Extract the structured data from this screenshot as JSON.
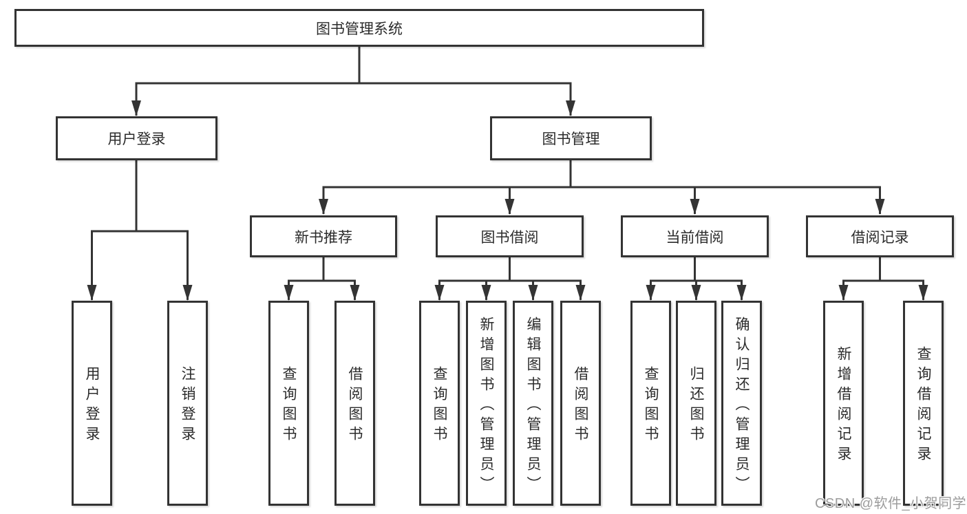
{
  "diagram": {
    "root": {
      "label": "图书管理系统",
      "children": [
        {
          "label": "用户登录",
          "children": [
            {
              "label": "用户登录"
            },
            {
              "label": "注销登录"
            }
          ]
        },
        {
          "label": "图书管理",
          "children": [
            {
              "label": "新书推荐",
              "children": [
                {
                  "label": "查询图书"
                },
                {
                  "label": "借阅图书"
                }
              ]
            },
            {
              "label": "图书借阅",
              "children": [
                {
                  "label": "查询图书"
                },
                {
                  "label": "新增图书（管理员）"
                },
                {
                  "label": "编辑图书（管理员）"
                },
                {
                  "label": "借阅图书"
                }
              ]
            },
            {
              "label": "当前借阅",
              "children": [
                {
                  "label": "查询图书"
                },
                {
                  "label": "归还图书"
                },
                {
                  "label": "确认归还（管理员）"
                }
              ]
            },
            {
              "label": "借阅记录",
              "children": [
                {
                  "label": "新增借阅记录"
                },
                {
                  "label": "查询借阅记录"
                }
              ]
            }
          ]
        }
      ]
    },
    "colors": {
      "line": "#343434",
      "box_border": "#333333",
      "box_fill": "#ffffff",
      "text": "#2b2b2b",
      "background": "#ffffff",
      "watermark": "#9c9c9c"
    }
  },
  "watermark": {
    "text": "CSDN @软件_小贺同学"
  }
}
